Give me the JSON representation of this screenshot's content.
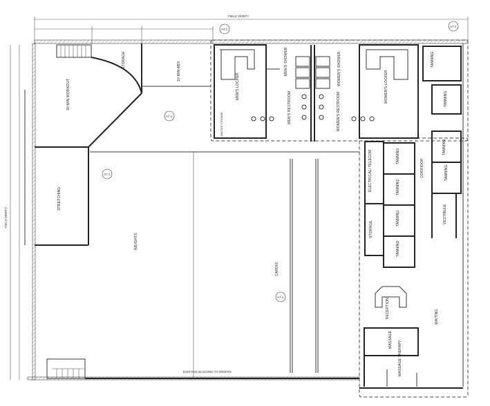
{
  "drawing": {
    "top_dimension": "FIELD VERIFY",
    "left_dimension": "FIELD VERIFY",
    "bottom_note": "EXISTING BUILDING TO REMAIN",
    "rooms": [
      {
        "name": "30 MIN WORKOUT"
      },
      {
        "name": "STORAGE"
      },
      {
        "name": "10 MIN ABS"
      },
      {
        "name": "STRETCHING"
      },
      {
        "name": "WEIGHTS"
      },
      {
        "name": "CARDIO"
      },
      {
        "name": "MEN'S LOCKER"
      },
      {
        "name": "MEN'S SHOWER"
      },
      {
        "name": "MEN'S RESTROOM"
      },
      {
        "name": "WOMEN'S SHOWER"
      },
      {
        "name": "WOMEN'S RESTROOM"
      },
      {
        "name": "WOMEN'S LOCKER"
      },
      {
        "name": "TANNING"
      },
      {
        "name": "TANNING"
      },
      {
        "name": "TANNING"
      },
      {
        "name": "TANNING"
      },
      {
        "name": "TANNING"
      },
      {
        "name": "TANNING"
      },
      {
        "name": "TANNING"
      },
      {
        "name": "TANNING"
      },
      {
        "name": "CORRIDOR"
      },
      {
        "name": "ELECTRICAL/ TELECOM"
      },
      {
        "name": "STORAGE"
      },
      {
        "name": "VESTIBULE"
      },
      {
        "name": "RECEPTION"
      },
      {
        "name": "WAITING"
      },
      {
        "name": "MASSAGE"
      },
      {
        "name": "MASSAGE THERAPY"
      },
      {
        "name": "JANITOR STORAGE"
      }
    ],
    "section_marks": [
      "A7.1",
      "A7.1",
      "A7.1",
      "A7.1",
      "A7.1"
    ]
  }
}
